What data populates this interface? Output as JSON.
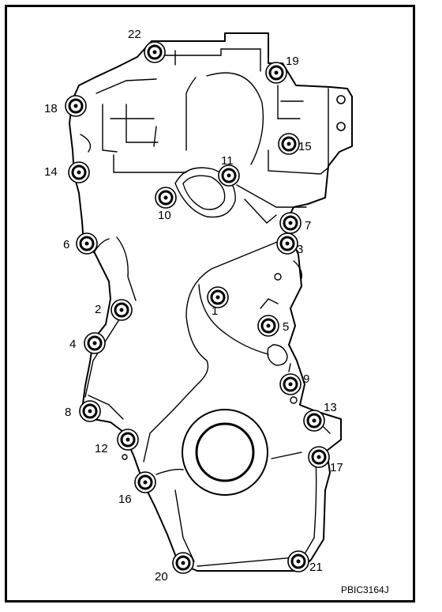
{
  "diagram": {
    "code": "PBIC3164J",
    "bolts": [
      {
        "label": "1"
      },
      {
        "label": "2"
      },
      {
        "label": "3"
      },
      {
        "label": "4"
      },
      {
        "label": "5"
      },
      {
        "label": "6"
      },
      {
        "label": "7"
      },
      {
        "label": "8"
      },
      {
        "label": "9"
      },
      {
        "label": "10"
      },
      {
        "label": "11"
      },
      {
        "label": "12"
      },
      {
        "label": "13"
      },
      {
        "label": "14"
      },
      {
        "label": "15"
      },
      {
        "label": "16"
      },
      {
        "label": "17"
      },
      {
        "label": "18"
      },
      {
        "label": "19"
      },
      {
        "label": "20"
      },
      {
        "label": "21"
      },
      {
        "label": "22"
      }
    ]
  }
}
